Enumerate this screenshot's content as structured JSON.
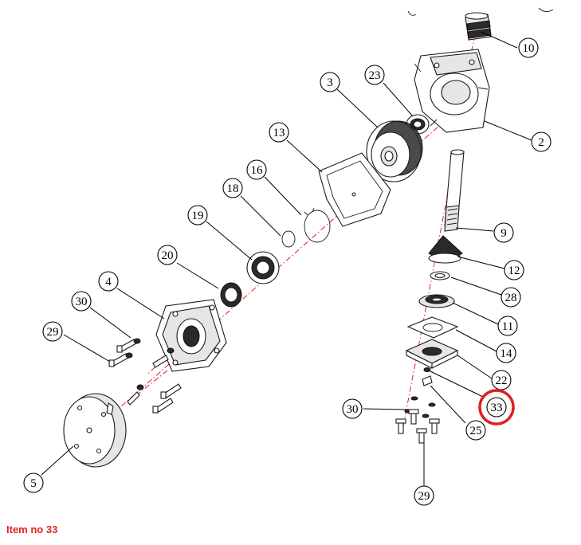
{
  "diagram": {
    "balloons": [
      {
        "id": "b10",
        "label": "10"
      },
      {
        "id": "b2",
        "label": "2"
      },
      {
        "id": "b3",
        "label": "3"
      },
      {
        "id": "b23",
        "label": "23"
      },
      {
        "id": "b13",
        "label": "13"
      },
      {
        "id": "b16",
        "label": "16"
      },
      {
        "id": "b18",
        "label": "18"
      },
      {
        "id": "b19",
        "label": "19"
      },
      {
        "id": "b20",
        "label": "20"
      },
      {
        "id": "b4",
        "label": "4"
      },
      {
        "id": "b30a",
        "label": "30"
      },
      {
        "id": "b29a",
        "label": "29"
      },
      {
        "id": "b5",
        "label": "5"
      },
      {
        "id": "b9",
        "label": "9"
      },
      {
        "id": "b12",
        "label": "12"
      },
      {
        "id": "b28",
        "label": "28"
      },
      {
        "id": "b11",
        "label": "11"
      },
      {
        "id": "b14",
        "label": "14"
      },
      {
        "id": "b22",
        "label": "22"
      },
      {
        "id": "b33",
        "label": "33"
      },
      {
        "id": "b25",
        "label": "25"
      },
      {
        "id": "b30b",
        "label": "30"
      },
      {
        "id": "b29b",
        "label": "29"
      }
    ],
    "highlight_color": "#e02020",
    "axis_color": "#e02020"
  },
  "caption": {
    "text": "Item no 33",
    "color": "#e02020"
  }
}
